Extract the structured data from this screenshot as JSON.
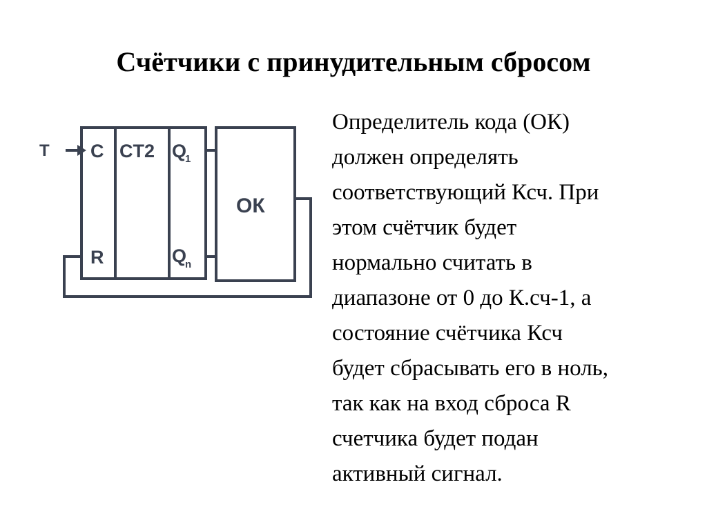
{
  "slide": {
    "title": "Счётчики с принудительным сбросом",
    "background_color": "#ffffff",
    "text_color": "#000000"
  },
  "diagram": {
    "name": "counter-with-forced-reset-schematic",
    "line_color": "#3a4150",
    "blocks": [
      {
        "id": "counter",
        "label": "CT2",
        "inputs": [
          "C",
          "R"
        ],
        "outputs": [
          "Q1",
          "Qn"
        ]
      },
      {
        "id": "code-detector",
        "label": "ОК"
      }
    ],
    "labels": {
      "clock_source": "T",
      "clock_input": "C",
      "reset_input": "R",
      "counter_type": "CT2",
      "output_first": "Q",
      "output_first_sub": "1",
      "output_last": "Q",
      "output_last_sub": "n",
      "detector": "ОК"
    }
  },
  "body": {
    "lines": [
      "Определитель кода (ОК)",
      "должен определять",
      "соответствующий Ксч. При",
      "этом счётчик будет",
      "нормально считать в",
      "диапазоне от 0 до К.сч-1, а",
      "состояние счётчика Ксч",
      "будет сбрасывать его в ноль,",
      "так как на вход сброса R",
      "счетчика будет подан",
      "активный сигнал."
    ]
  }
}
